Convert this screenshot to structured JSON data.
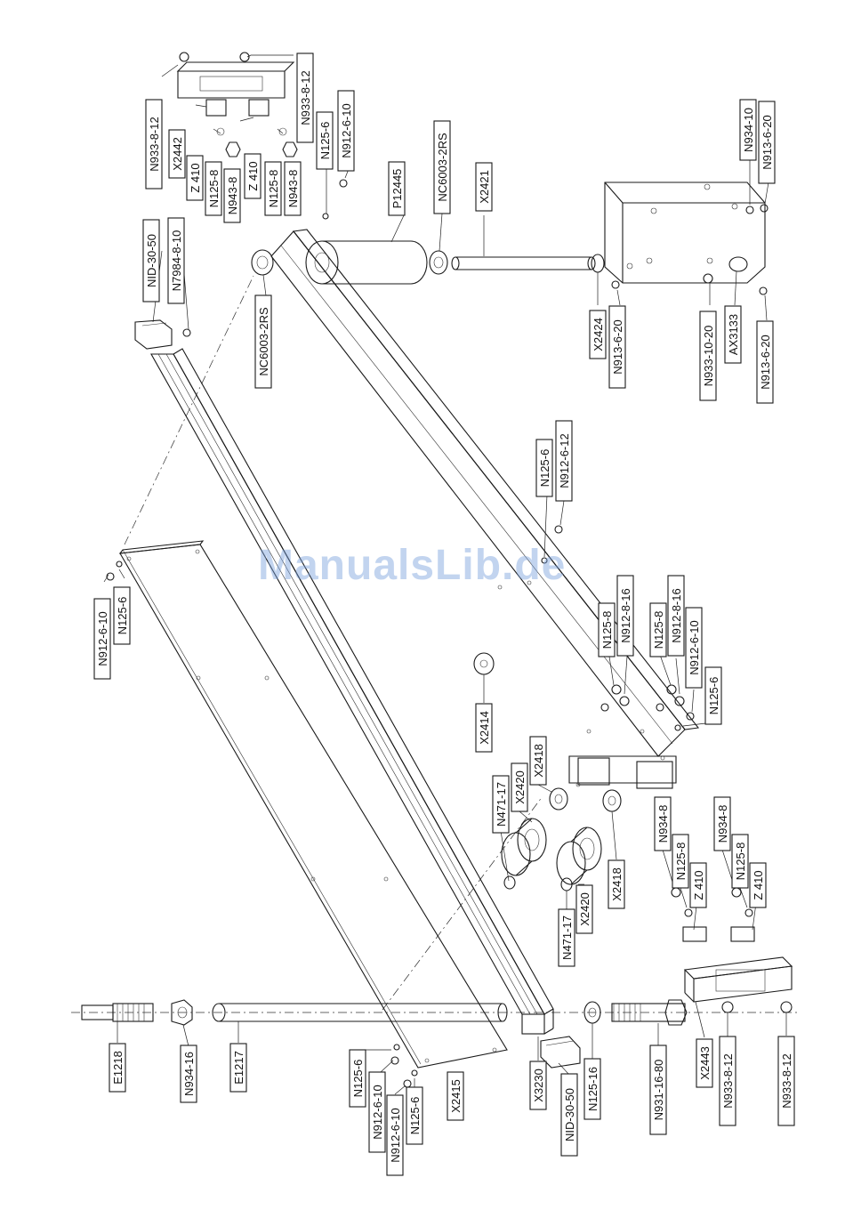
{
  "watermark": "ManualsLib.de",
  "labels": {
    "n933_8_12_tl": "N933-8-12",
    "x2442": "X2442",
    "z410_a": "Z 410",
    "n125_8_a": "N125-8",
    "n943_8_a": "N943-8",
    "z410_b": "Z 410",
    "n125_8_b": "N125-8",
    "n943_8_b": "N943-8",
    "n933_8_12_tr": "N933-8-12",
    "n125_6_top": "N125-6",
    "n912_6_10_top": "N912-6-10",
    "p12445": "P12445",
    "nc6003_2rs_a": "NC6003-2RS",
    "x2421": "X2421",
    "nid_30_50_top": "NID-30-50",
    "n7984_8_10": "N7984-8-10",
    "nc6003_2rs_b": "NC6003-2RS",
    "x2424": "X2424",
    "n913_6_20_a": "N913-6-20",
    "n933_10_20": "N933-10-20",
    "ax3133": "AX3133",
    "n913_6_20_b": "N913-6-20",
    "n934_10": "N934-10",
    "n913_6_20_c": "N913-6-20",
    "n125_6_mid": "N125-6",
    "n912_6_12": "N912-6-12",
    "n912_6_10_left": "N912-6-10",
    "n125_6_left": "N125-6",
    "n125_8_c": "N125-8",
    "n912_8_16_a": "N912-8-16",
    "n125_8_d": "N125-8",
    "n912_8_16_b": "N912-8-16",
    "n912_6_10_mid": "N912-6-10",
    "n125_6_mid2": "N125-6",
    "x2414": "X2414",
    "n471_17_a": "N471-17",
    "x2420_a": "X2420",
    "x2418_a": "X2418",
    "n934_8_a": "N934-8",
    "n125_8_e": "N125-8",
    "z410_c": "Z 410",
    "n934_8_b": "N934-8",
    "n125_8_f": "N125-8",
    "z410_d": "Z 410",
    "x2418_b": "X2418",
    "n471_17_b": "N471-17",
    "x2420_b": "X2420",
    "e1218": "E1218",
    "n934_16": "N934-16",
    "e1217": "E1217",
    "n125_6_bl": "N125-6",
    "n912_6_10_bl": "N912-6-10",
    "n912_6_10_bl2": "N912-6-10",
    "n125_6_bl2": "N125-6",
    "x2415": "X2415",
    "x3230": "X3230",
    "nid_30_50_bot": "NID-30-50",
    "n125_16": "N125-16",
    "n931_16_80": "N931-16-80",
    "x2443": "X2443",
    "n933_8_12_bl": "N933-8-12",
    "n933_8_12_br": "N933-8-12"
  }
}
